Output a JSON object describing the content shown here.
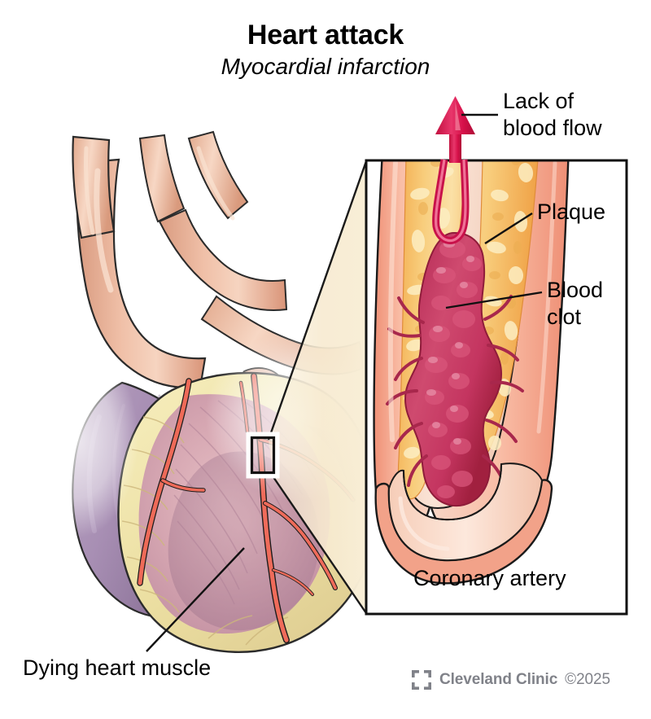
{
  "figure": {
    "title": "Heart attack",
    "subtitle": "Myocardial infarction",
    "labels": {
      "lack_of_blood_flow": "Lack of\nblood flow",
      "plaque": "Plaque",
      "blood_clot": "Blood\nclot",
      "coronary_artery": "Coronary artery",
      "dying_heart_muscle": "Dying heart muscle"
    },
    "credit": {
      "logo_icon": "cleveland-clinic-logo-icon",
      "brand": "Cleveland Clinic",
      "copyright": "©2025"
    },
    "colors": {
      "background": "#ffffff",
      "text": "#000000",
      "credit_gray": "#808289",
      "artery_wall": "#f4a08c",
      "artery_wall_light": "#fbcdbb",
      "artery_lumen": "#f7ddd0",
      "plaque_yellow": "#f6cf7a",
      "plaque_orange": "#f0a94e",
      "clot_crimson": "#c93b63",
      "clot_dark": "#a8274c",
      "arrow_red": "#d81f4f",
      "heart_fat": "#efe1a8",
      "heart_muscle_pink": "#d9a8b4",
      "heart_muscle_dying": "#b9849c",
      "great_vessel": "#e8b49c",
      "atrium_purple": "#9e86a8",
      "coronary_red": "#ef6b5a",
      "cone_cream": "#f7ecd2",
      "outline": "#1a1a1a"
    },
    "annotations": {
      "callout_box_on_heart": "magnified-region-marker",
      "zoom_cone": "magnification-cone",
      "detail_panel": "coronary-artery-detail-panel",
      "arrow": "blocked-blood-flow-arrow"
    }
  }
}
